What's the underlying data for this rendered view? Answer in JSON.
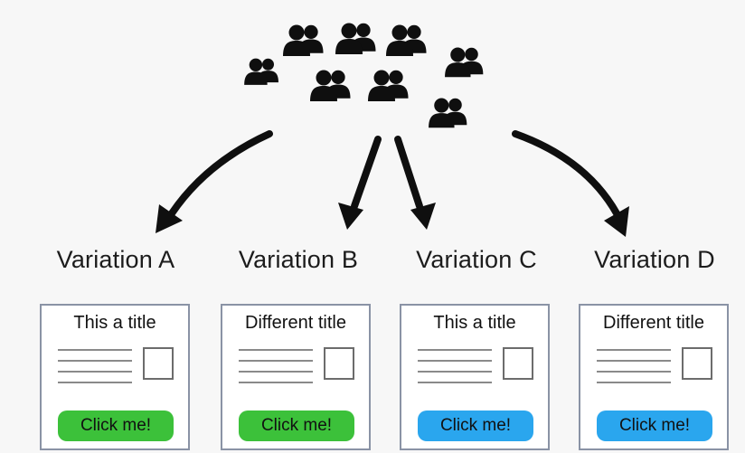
{
  "colors": {
    "background": "#f7f7f7",
    "card_border": "#8a93a5",
    "button_green": "#3cc13a",
    "button_blue": "#2aa6ee",
    "icon_fill": "#0f0f0f",
    "arrow_fill": "#0f0f0f"
  },
  "crowd": {
    "icon": "people-group-icon"
  },
  "variations": [
    {
      "label": "Variation A",
      "card": {
        "title": "This a title",
        "button_label": "Click me!",
        "button_color": "green"
      }
    },
    {
      "label": "Variation B",
      "card": {
        "title": "Different title",
        "button_label": "Click me!",
        "button_color": "green"
      }
    },
    {
      "label": "Variation C",
      "card": {
        "title": "This a title",
        "button_label": "Click me!",
        "button_color": "blue"
      }
    },
    {
      "label": "Variation D",
      "card": {
        "title": "Different title",
        "button_label": "Click me!",
        "button_color": "blue"
      }
    }
  ]
}
